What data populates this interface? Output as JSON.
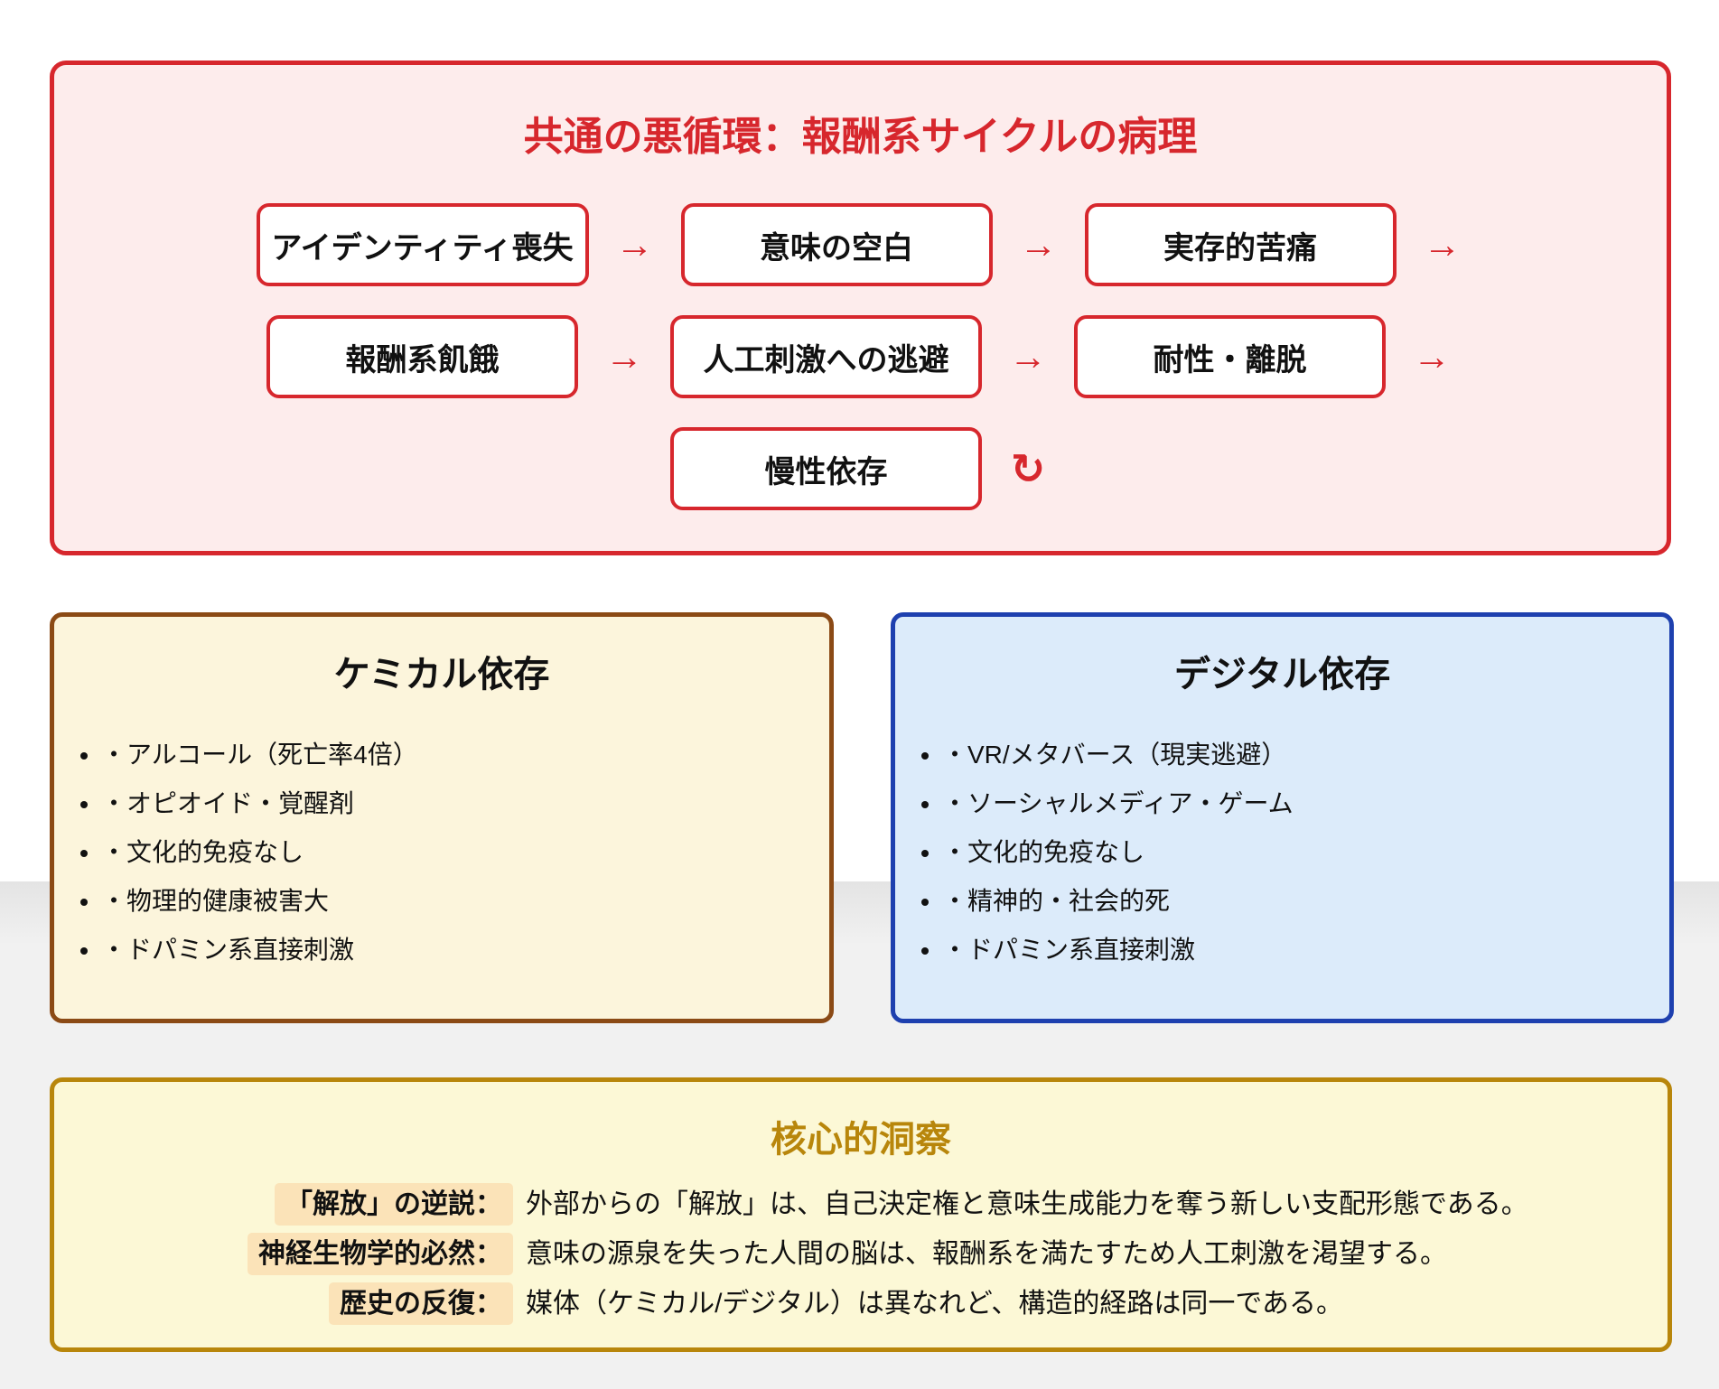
{
  "cycle": {
    "title": "共通の悪循環：報酬系サイクルの病理",
    "rows": [
      [
        "アイデンティティ喪失",
        "意味の空白",
        "実存的苦痛"
      ],
      [
        "報酬系飢餓",
        "人工刺激への逃避",
        "耐性・離脱"
      ],
      [
        "慢性依存"
      ]
    ]
  },
  "icons": {
    "arrow_right": "→",
    "loop": "↻"
  },
  "chemical": {
    "title": "ケミカル依存",
    "items": [
      "・アルコール（死亡率4倍）",
      "・オピオイド・覚醒剤",
      "・文化的免疫なし",
      "・物理的健康被害大",
      "・ドパミン系直接刺激"
    ]
  },
  "digital": {
    "title": "デジタル依存",
    "items": [
      "・VR/メタバース（現実逃避）",
      "・ソーシャルメディア・ゲーム",
      "・文化的免疫なし",
      "・精神的・社会的死",
      "・ドパミン系直接刺激"
    ]
  },
  "insight": {
    "title": "核心的洞察",
    "lines": [
      {
        "label": "「解放」の逆説：",
        "text": "外部からの「解放」は、自己決定権と意味生成能力を奪う新しい支配形態である。"
      },
      {
        "label": "神経生物学的必然：",
        "text": "意味の源泉を失った人間の脳は、報酬系を満たすため人工刺激を渇望する。"
      },
      {
        "label": "歴史の反復：",
        "text": "媒体（ケミカル/デジタル）は異なれど、構造的経路は同一である。"
      }
    ]
  },
  "colors": {
    "accent_red": "#d7272d",
    "cycle_bg": "#fdecec",
    "chemical_border": "#8b4a15",
    "chemical_bg": "#fcf5dc",
    "digital_border": "#1e40af",
    "digital_bg": "#dcebfa",
    "insight_border": "#b8860b",
    "insight_bg": "#fcf8d6",
    "label_highlight": "#fbe3b8"
  }
}
